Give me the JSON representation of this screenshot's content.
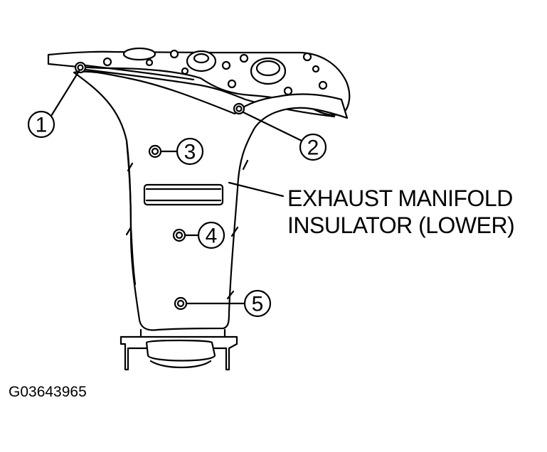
{
  "callouts": [
    "1",
    "2",
    "3",
    "4",
    "5"
  ],
  "part_label": {
    "line1": "EXHAUST MANIFOLD",
    "line2": "INSULATOR (LOWER)"
  },
  "figure_id": "G03643965",
  "colors": {
    "ink": "#000000",
    "background": "#ffffff"
  }
}
